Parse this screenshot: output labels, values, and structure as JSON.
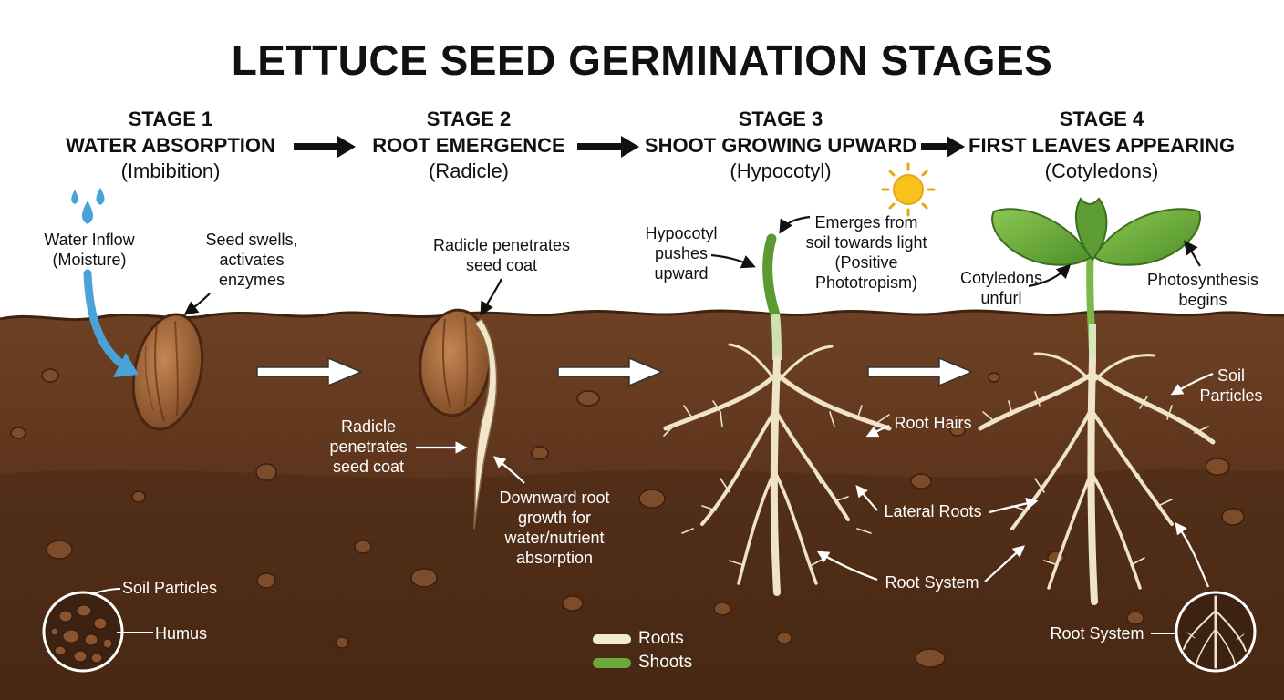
{
  "title": "LETTUCE SEED GERMINATION STAGES",
  "stages": [
    {
      "number": "STAGE 1",
      "name": "WATER ABSORPTION",
      "term": "(Imbibition)"
    },
    {
      "number": "STAGE 2",
      "name": "ROOT EMERGENCE",
      "term": "(Radicle)"
    },
    {
      "number": "STAGE 3",
      "name": "SHOOT GROWING UPWARD",
      "term": "(Hypocotyl)"
    },
    {
      "number": "STAGE 4",
      "name": "FIRST LEAVES APPEARING",
      "term": "(Cotyledons)"
    }
  ],
  "labels": {
    "water_inflow": [
      "Water Inflow",
      "(Moisture)"
    ],
    "seed_swells": [
      "Seed swells,",
      "activates",
      "enzymes"
    ],
    "radicle_top": [
      "Radicle penetrates",
      "seed coat"
    ],
    "radicle_side": [
      "Radicle",
      "penetrates",
      "seed coat"
    ],
    "downward_root": [
      "Downward root",
      "growth for",
      "water/nutrient",
      "absorption"
    ],
    "hypocotyl_pushes": [
      "Hypocotyl",
      "pushes",
      "upward"
    ],
    "emerges": [
      "Emerges from",
      "soil towards light",
      "(Positive",
      "Phototropism)"
    ],
    "root_hairs": "Root Hairs",
    "lateral_roots": "Lateral Roots",
    "root_system_3": "Root System",
    "cotyledons_unfurl": [
      "Cotyledons",
      "unfurl"
    ],
    "photosynthesis": [
      "Photosynthesis",
      "begins"
    ],
    "soil_particles_right": [
      "Soil",
      "Particles"
    ],
    "root_system_4": "Root System",
    "inset_soil_particles": "Soil Particles",
    "inset_humus": "Humus"
  },
  "legend": [
    {
      "label": "Roots",
      "color": "#f3ead2"
    },
    {
      "label": "Shoots",
      "color": "#6aa83a"
    }
  ],
  "colors": {
    "soil_top": "#6b3f22",
    "soil_mid": "#5a331b",
    "soil_deep": "#4a2914",
    "seed": "#a0653a",
    "root": "#efe4c8",
    "shoot": "#6aa83a",
    "water": "#4aa3d8",
    "sun": "#f6c21b"
  }
}
